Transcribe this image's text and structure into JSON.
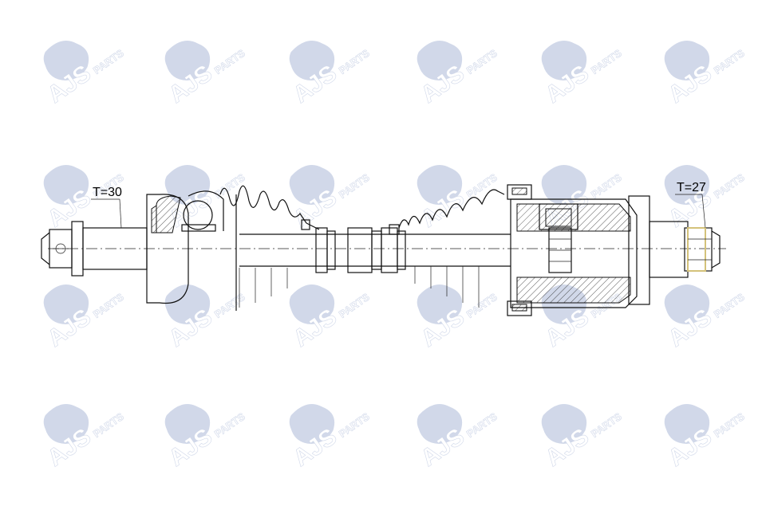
{
  "watermark": {
    "brand": "AJS",
    "suffix": "PARTS",
    "color": "#c9d2e6"
  },
  "diagram": {
    "left_spline_label": "T=30",
    "right_spline_label": "T=27",
    "accent_color": "#d4c27a"
  }
}
